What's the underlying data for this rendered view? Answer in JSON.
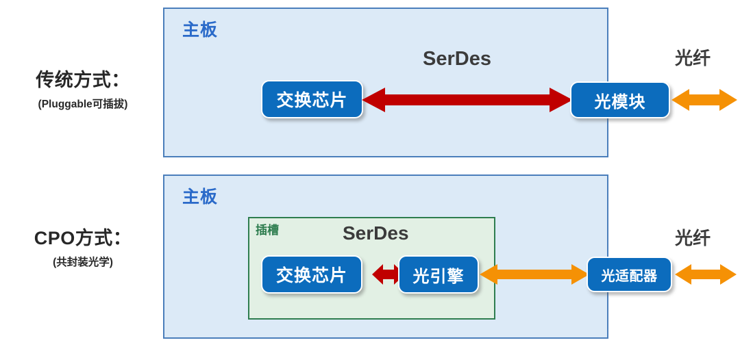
{
  "diagram": {
    "title_semantics": "CPO vs pluggable optics comparison",
    "colors": {
      "board_fill": "#dceaf7",
      "board_border": "#4a7ebb",
      "board_title": "#2a6ac9",
      "slot_fill": "#e2f0e4",
      "slot_border": "#2e7d4f",
      "chip_fill": "#0c6cbd",
      "chip_text": "#ffffff",
      "red_arrow": "#c00000",
      "orange_arrow": "#f59105",
      "label_text": "#272727"
    },
    "rows": [
      {
        "key": "traditional",
        "label_title": "传统方式：",
        "label_sub": "(Pluggable可插拔)",
        "board_title": "主板",
        "serdes_label": "SerDes",
        "fiber_label": "光纤",
        "chips": [
          {
            "name": "switch-chip",
            "label": "交换芯片"
          },
          {
            "name": "optical-module",
            "label": "光模块"
          }
        ]
      },
      {
        "key": "cpo",
        "label_title": "CPO方式：",
        "label_sub": "(共封装光学)",
        "board_title": "主板",
        "slot_title": "插槽",
        "serdes_label": "SerDes",
        "fiber_label": "光纤",
        "chips": [
          {
            "name": "switch-chip",
            "label": "交换芯片"
          },
          {
            "name": "optical-engine",
            "label": "光引擎"
          },
          {
            "name": "optical-adapter",
            "label": "光适配器"
          }
        ]
      }
    ]
  }
}
